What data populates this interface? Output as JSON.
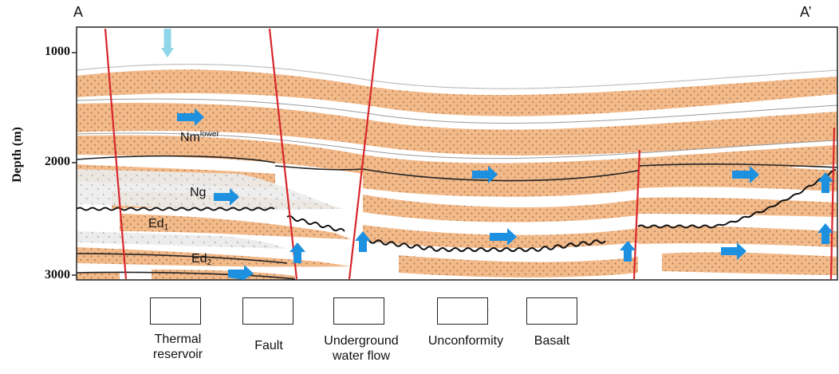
{
  "section": {
    "left_label": "A",
    "right_label": "A’"
  },
  "axis": {
    "ylabel": "Depth (m)",
    "ticks": [
      "1000",
      "2000",
      "3000"
    ]
  },
  "units": [
    {
      "base": "Nm",
      "sup": "lower",
      "sub": ""
    },
    {
      "base": "Ng",
      "sup": "",
      "sub": ""
    },
    {
      "base": "Ed",
      "sup": "",
      "sub": "1"
    },
    {
      "base": "Ed",
      "sup": "",
      "sub": "2"
    }
  ],
  "legend": [
    {
      "label_line1": "Thermal",
      "label_line2": "reservoir",
      "icon": "thermal-reservoir-swatch"
    },
    {
      "label_line1": "Fault",
      "label_line2": "",
      "icon": "fault-line"
    },
    {
      "label_line1": "Underground",
      "label_line2": "water flow",
      "icon": "blue-arrow"
    },
    {
      "label_line1": "Unconformity",
      "label_line2": "",
      "icon": "wavy-line"
    },
    {
      "label_line1": "Basalt",
      "label_line2": "",
      "icon": "basalt-pattern"
    }
  ],
  "colors": {
    "reservoir": "#f2b989",
    "reservoir_dot": "#9a6a44",
    "fault": "#d8262c",
    "water_flow": "#1e90e0",
    "water_flow_light": "#8fd6ea",
    "basalt": "#e9e9e9"
  }
}
